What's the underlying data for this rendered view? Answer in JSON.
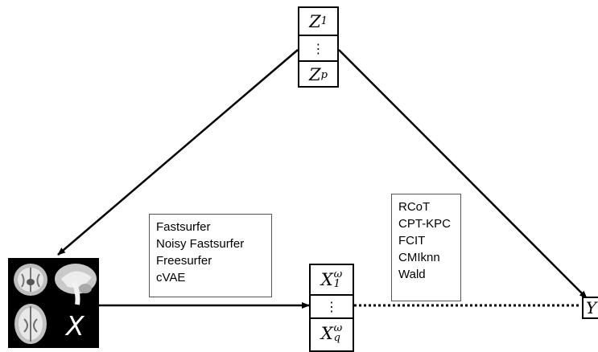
{
  "nodes": {
    "z_top": "Z",
    "z_top_sub": "1",
    "z_dots": "⋮",
    "z_bottom": "Z",
    "z_bottom_sub": "p",
    "x_top": "X",
    "x_top_sup": "ω",
    "x_top_sub": "1",
    "x_dots": "⋮",
    "x_bottom": "X",
    "x_bottom_sup": "ω",
    "x_bottom_sub": "q",
    "image_label": "X",
    "y": "Y"
  },
  "feature_methods": [
    "Fastsurfer",
    "Noisy Fastsurfer",
    "Freesurfer",
    "cVAE"
  ],
  "ci_tests": [
    "RCoT",
    "CPT-KPC",
    "FCIT",
    "CMIknn",
    "Wald"
  ],
  "edges": [
    {
      "from": "Z",
      "to": "X-image",
      "style": "solid"
    },
    {
      "from": "Z",
      "to": "Y",
      "style": "solid"
    },
    {
      "from": "X-image",
      "to": "X-omega",
      "style": "solid"
    },
    {
      "from": "X-omega",
      "to": "Y",
      "style": "dotted"
    }
  ]
}
